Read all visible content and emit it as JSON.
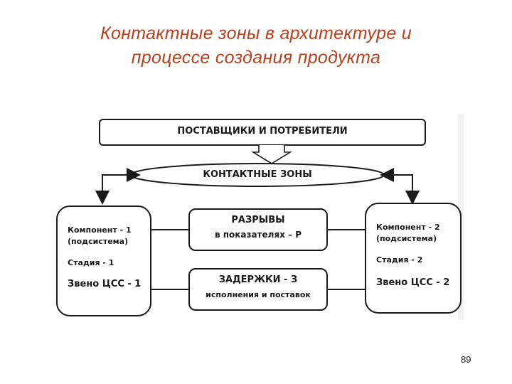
{
  "slide": {
    "title_line1": "Контактные зоны в архитектуре и",
    "title_line2": "процессе создания продукта",
    "page_number": "89"
  },
  "diagram": {
    "top_box": "ПОСТАВЩИКИ И ПОТРЕБИТЕЛИ",
    "contact_zones": "КОНТАКТНЫЕ  ЗОНЫ",
    "left_box": {
      "component": "Компонент - 1",
      "subsystem": "(подсистема)",
      "stage": "Стадия - 1",
      "link": "Звено ЦСС - 1"
    },
    "right_box": {
      "component": "Компонент - 2",
      "subsystem": "(подсистема)",
      "stage": "Стадия - 2",
      "link": "Звено ЦСС - 2"
    },
    "gaps_box": {
      "title": "РАЗРЫВЫ",
      "subtitle": "в показателях – Р"
    },
    "delays_box": {
      "title": "ЗАДЕРЖКИ - З",
      "subtitle": "исполнения и поставок"
    }
  }
}
